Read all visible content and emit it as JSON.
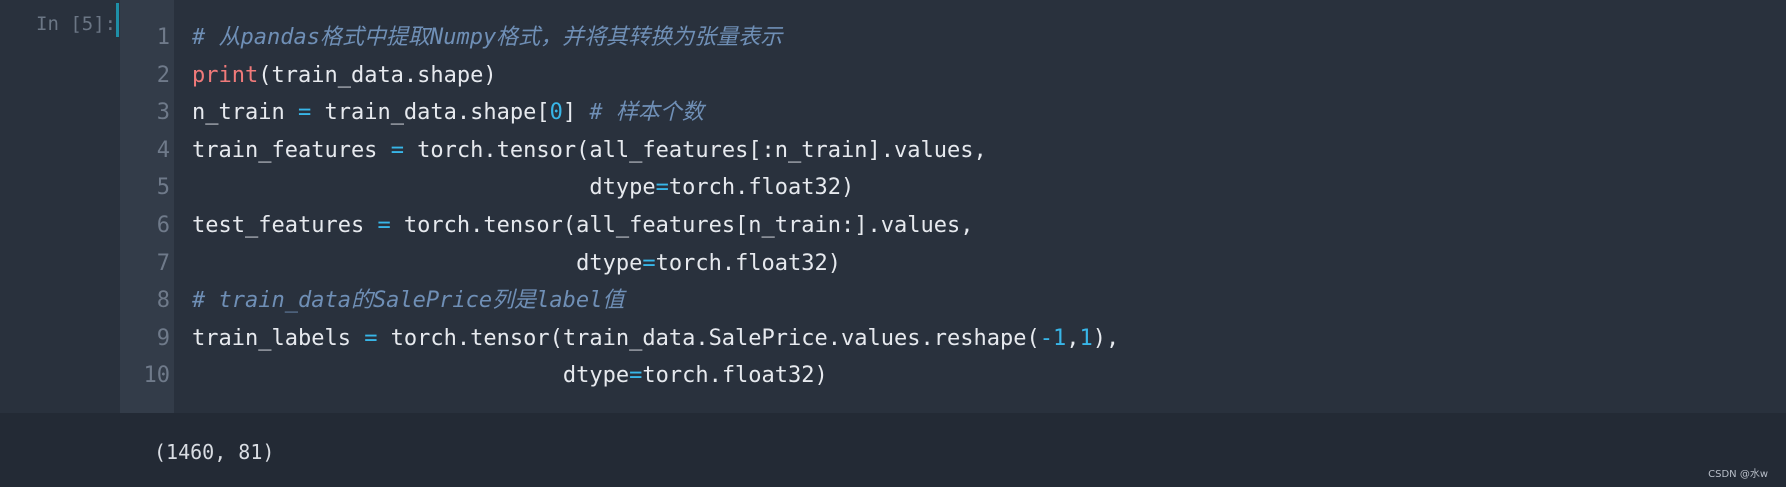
{
  "cell": {
    "prompt": "In [5]:",
    "line_numbers": [
      "1",
      "2",
      "3",
      "4",
      "5",
      "6",
      "7",
      "8",
      "9",
      "10"
    ],
    "lines": [
      [
        {
          "t": "cm",
          "v": "# 从pandas格式中提取Numpy格式，并将其转换为张量表示"
        }
      ],
      [
        {
          "t": "kw",
          "v": "print"
        },
        {
          "t": "tx",
          "v": "(train_data.shape)"
        }
      ],
      [
        {
          "t": "tx",
          "v": "n_train "
        },
        {
          "t": "op",
          "v": "="
        },
        {
          "t": "tx",
          "v": " train_data.shape["
        },
        {
          "t": "num",
          "v": "0"
        },
        {
          "t": "tx",
          "v": "] "
        },
        {
          "t": "cm",
          "v": "# 样本个数"
        }
      ],
      [
        {
          "t": "tx",
          "v": "train_features "
        },
        {
          "t": "op",
          "v": "="
        },
        {
          "t": "tx",
          "v": " torch.tensor(all_features[:n_train].values,"
        }
      ],
      [
        {
          "t": "tx",
          "v": "                              dtype"
        },
        {
          "t": "op",
          "v": "="
        },
        {
          "t": "tx",
          "v": "torch.float32)"
        }
      ],
      [
        {
          "t": "tx",
          "v": "test_features "
        },
        {
          "t": "op",
          "v": "="
        },
        {
          "t": "tx",
          "v": " torch.tensor(all_features[n_train:].values,"
        }
      ],
      [
        {
          "t": "tx",
          "v": "                             dtype"
        },
        {
          "t": "op",
          "v": "="
        },
        {
          "t": "tx",
          "v": "torch.float32)"
        }
      ],
      [
        {
          "t": "cm",
          "v": "# train_data的SalePrice列是label值"
        }
      ],
      [
        {
          "t": "tx",
          "v": "train_labels "
        },
        {
          "t": "op",
          "v": "="
        },
        {
          "t": "tx",
          "v": " torch.tensor(train_data.SalePrice.values.reshape("
        },
        {
          "t": "op",
          "v": "-"
        },
        {
          "t": "num",
          "v": "1"
        },
        {
          "t": "tx",
          "v": ","
        },
        {
          "t": "num",
          "v": "1"
        },
        {
          "t": "tx",
          "v": "),"
        }
      ],
      [
        {
          "t": "tx",
          "v": "                            dtype"
        },
        {
          "t": "op",
          "v": "="
        },
        {
          "t": "tx",
          "v": "torch.float32)"
        }
      ]
    ]
  },
  "output": {
    "text": "(1460, 81)"
  },
  "watermark": "CSDN @水w",
  "colors": {
    "background": "#232a35",
    "cell_background": "#29313d",
    "gutter": "#333c49",
    "comment": "#6f8fb6",
    "keyword": "#f07a7a",
    "operator": "#38b6e8",
    "text": "#e6e9ee"
  }
}
